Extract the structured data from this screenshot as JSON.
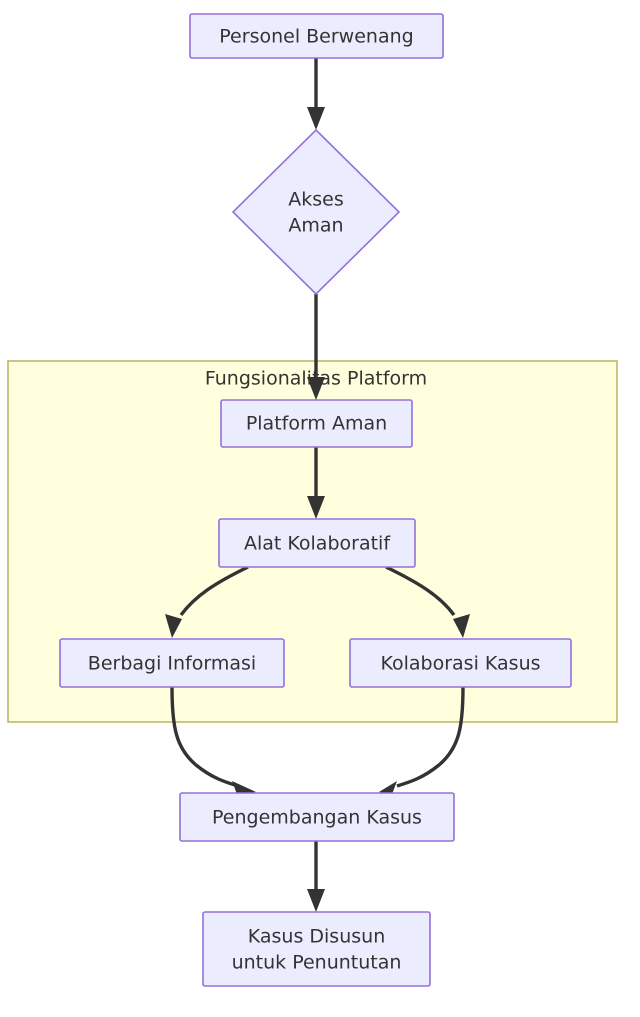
{
  "diagram": {
    "type": "flowchart",
    "direction": "top-down",
    "colors": {
      "node_fill": "#ececff",
      "node_stroke": "#9370db",
      "cluster_fill": "#ffffde",
      "cluster_stroke": "#bdb76b",
      "text": "#333333",
      "edge": "#333333",
      "background": "#ffffff"
    },
    "clusters": [
      {
        "id": "cluster-fungsionalitas-platform",
        "label": "Fungsionalitas Platform"
      }
    ],
    "nodes": [
      {
        "id": "personel-berwenang",
        "shape": "rect",
        "label": "Personel Berwenang"
      },
      {
        "id": "akses-aman",
        "shape": "diamond",
        "label_line1": "Akses",
        "label_line2": "Aman"
      },
      {
        "id": "platform-aman",
        "shape": "rect",
        "label": "Platform Aman"
      },
      {
        "id": "alat-kolaboratif",
        "shape": "rect",
        "label": "Alat Kolaboratif"
      },
      {
        "id": "berbagi-informasi",
        "shape": "rect",
        "label": "Berbagi Informasi"
      },
      {
        "id": "kolaborasi-kasus",
        "shape": "rect",
        "label": "Kolaborasi Kasus"
      },
      {
        "id": "pengembangan-kasus",
        "shape": "rect",
        "label": "Pengembangan Kasus"
      },
      {
        "id": "kasus-disusun",
        "shape": "rect",
        "label_line1": "Kasus Disusun",
        "label_line2": "untuk Penuntutan"
      }
    ],
    "edges": [
      {
        "from": "personel-berwenang",
        "to": "akses-aman",
        "label": ""
      },
      {
        "from": "akses-aman",
        "to": "platform-aman",
        "label": ""
      },
      {
        "from": "platform-aman",
        "to": "alat-kolaboratif",
        "label": ""
      },
      {
        "from": "alat-kolaboratif",
        "to": "berbagi-informasi",
        "label": ""
      },
      {
        "from": "alat-kolaboratif",
        "to": "kolaborasi-kasus",
        "label": ""
      },
      {
        "from": "berbagi-informasi",
        "to": "pengembangan-kasus",
        "label": ""
      },
      {
        "from": "kolaborasi-kasus",
        "to": "pengembangan-kasus",
        "label": ""
      },
      {
        "from": "pengembangan-kasus",
        "to": "kasus-disusun",
        "label": ""
      }
    ]
  }
}
